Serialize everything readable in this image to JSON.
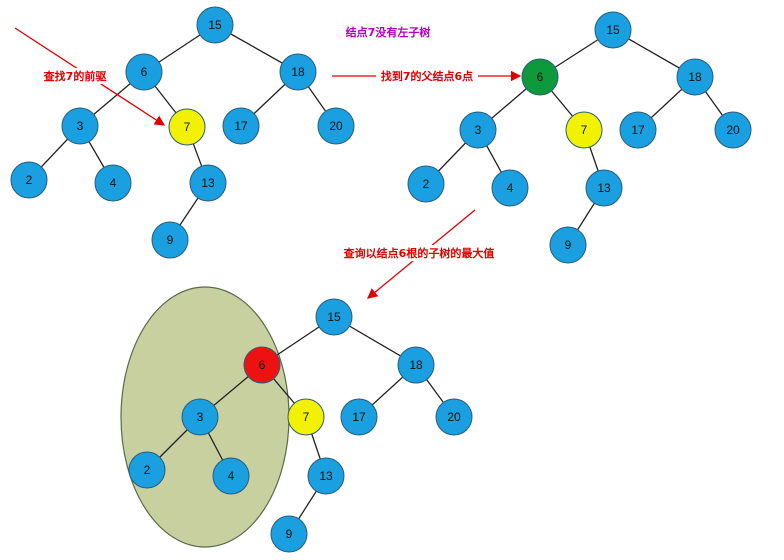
{
  "title": "结点7没有左子树",
  "captions": {
    "find_predecessor": "查找7的前驱",
    "found_parent": "找到7的父结点6点",
    "query_max": "查询以结点6根的子树的最大值"
  },
  "colors": {
    "node_default": "#1a9fe0",
    "node_target": "#f2f200",
    "node_parent_found": "#0e9a3a",
    "node_subtree_root": "#ee1111",
    "subtree_highlight": "#c8d0a0",
    "arrow": "#e00000",
    "title": "#b000c0",
    "caption": "#e00000"
  },
  "tree": {
    "values": [
      "15",
      "6",
      "18",
      "3",
      "7",
      "17",
      "20",
      "2",
      "4",
      "13",
      "9"
    ],
    "edges": [
      [
        "15",
        "6"
      ],
      [
        "15",
        "18"
      ],
      [
        "6",
        "3"
      ],
      [
        "6",
        "7"
      ],
      [
        "18",
        "17"
      ],
      [
        "18",
        "20"
      ],
      [
        "3",
        "2"
      ],
      [
        "3",
        "4"
      ],
      [
        "7",
        "13"
      ],
      [
        "13",
        "9"
      ]
    ]
  },
  "trees": [
    {
      "name": "tree-step1",
      "highlights": {
        "7": "node_target"
      },
      "subtree_ellipse": false
    },
    {
      "name": "tree-step2",
      "highlights": {
        "6": "node_parent_found",
        "7": "node_target"
      },
      "subtree_ellipse": false
    },
    {
      "name": "tree-step3",
      "highlights": {
        "6": "node_subtree_root",
        "7": "node_target"
      },
      "subtree_ellipse": true
    }
  ]
}
